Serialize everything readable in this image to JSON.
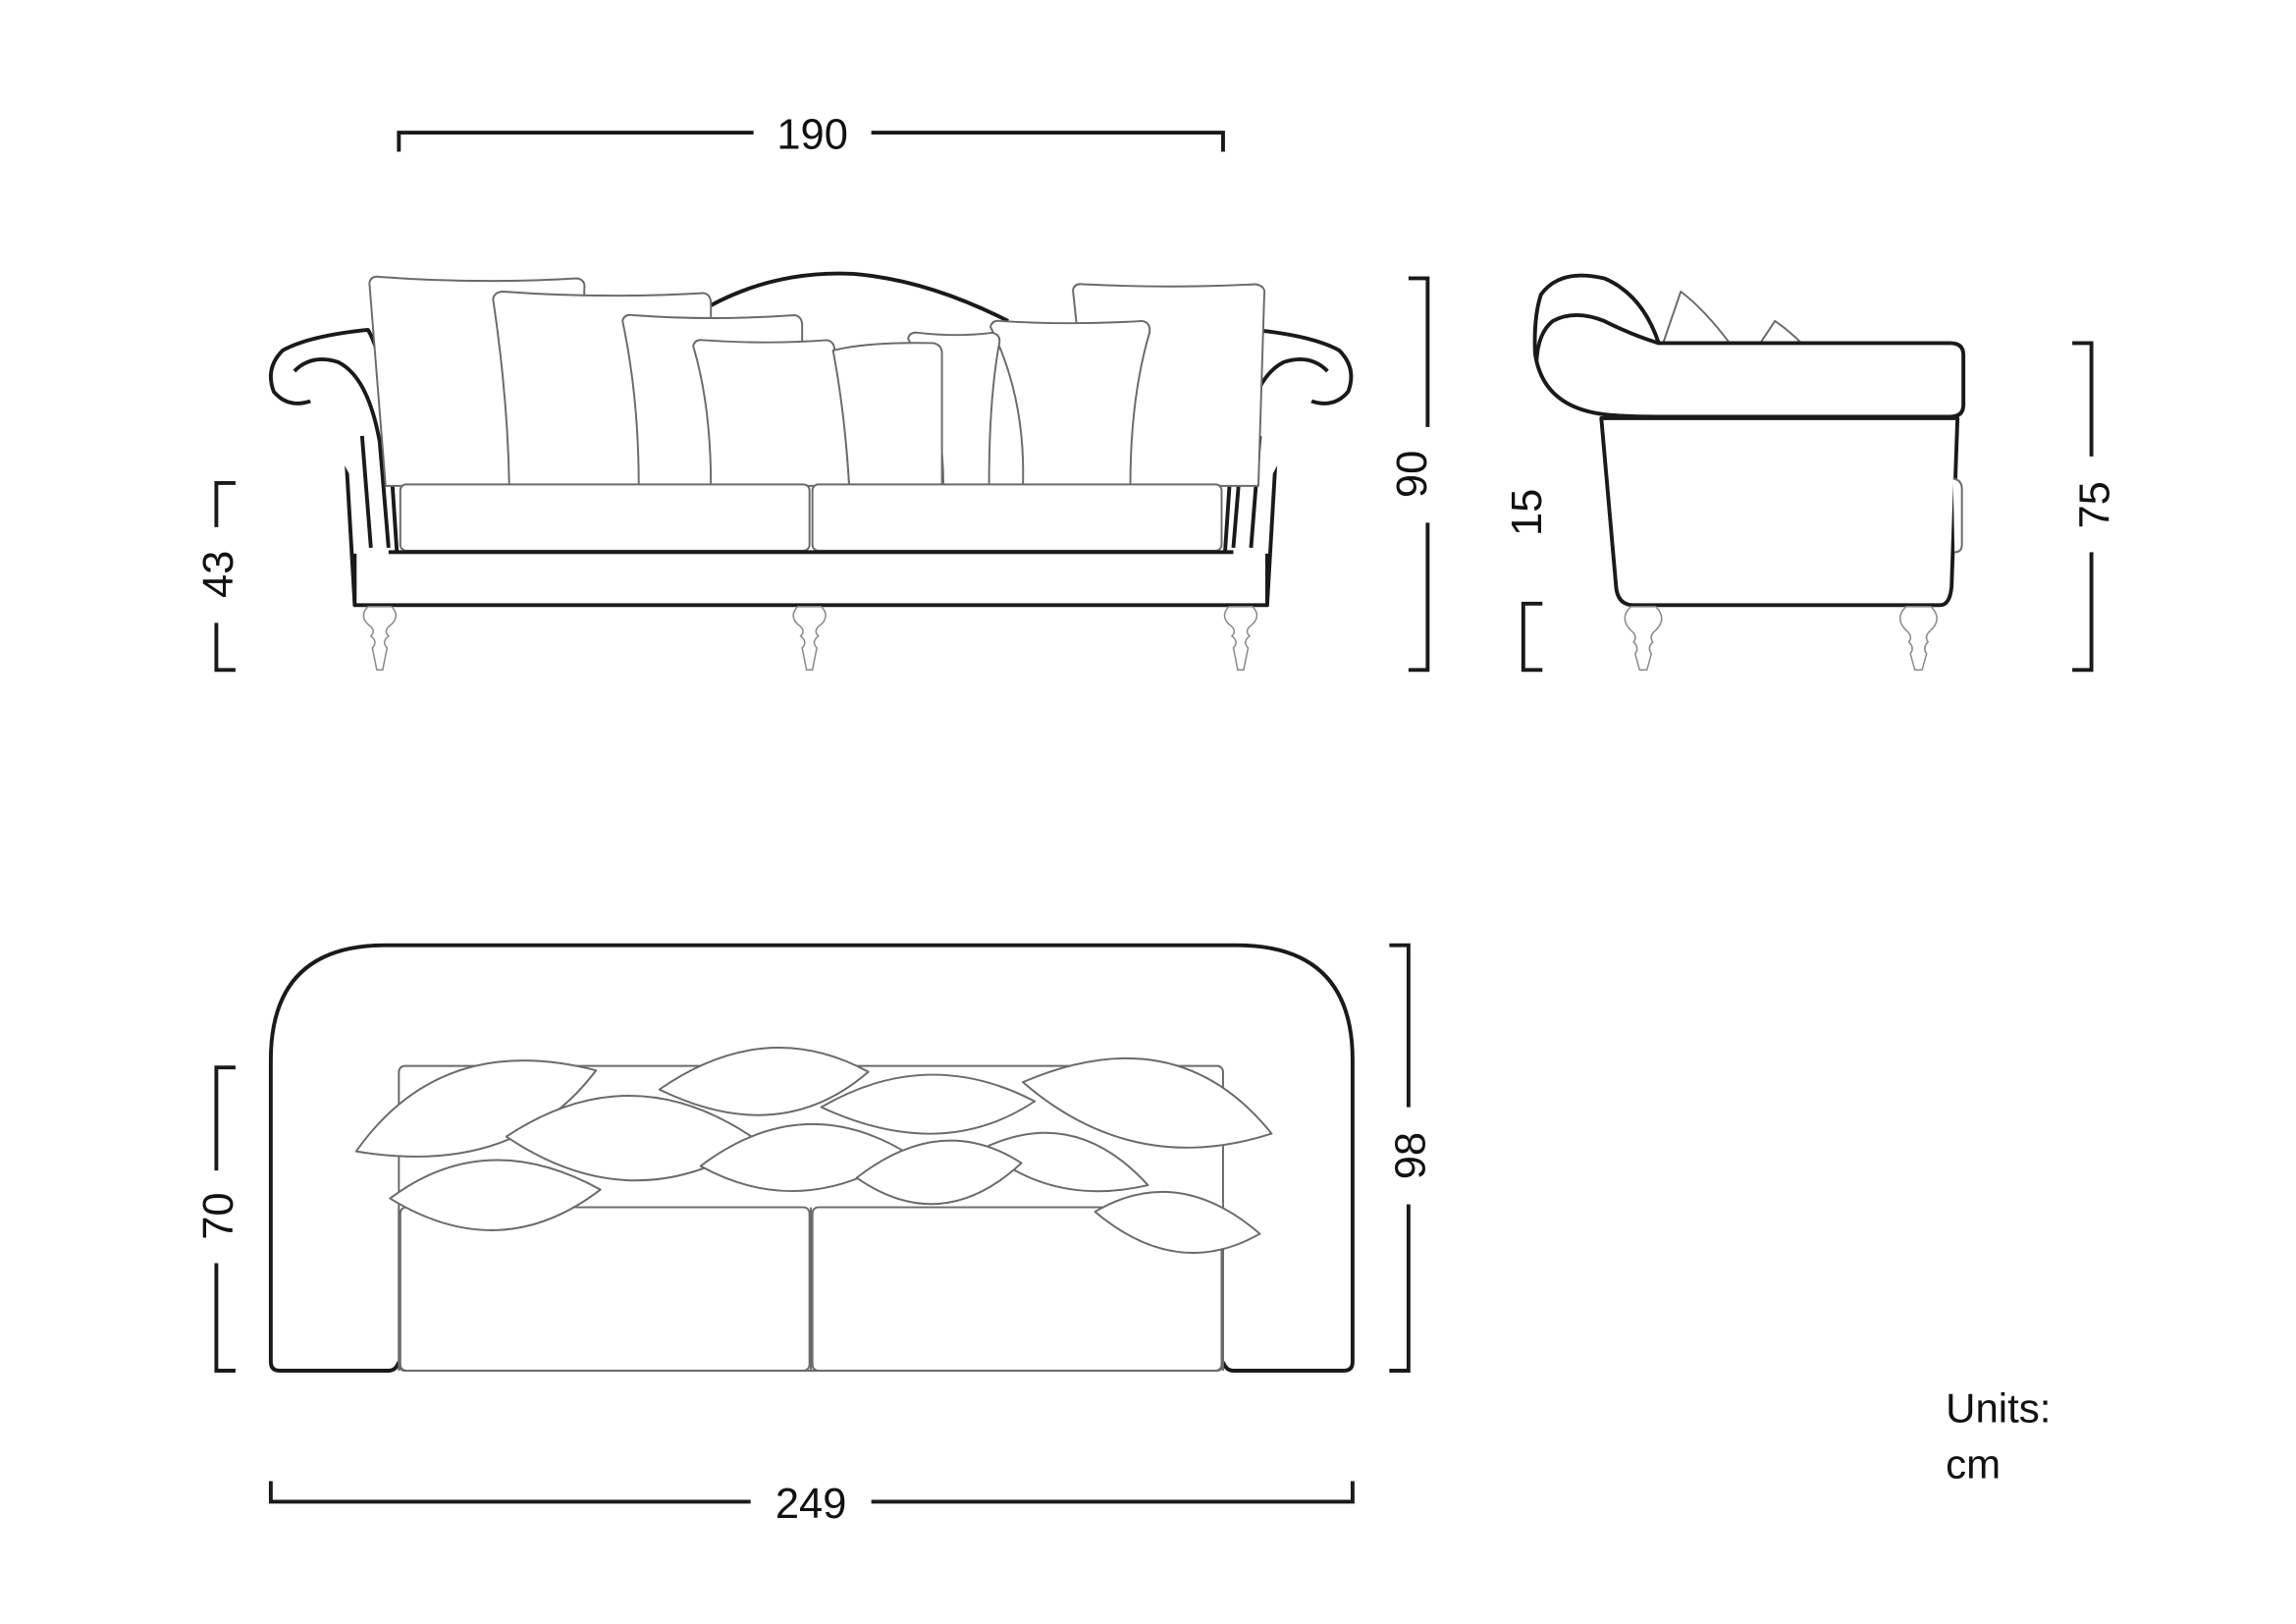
{
  "dimensions": {
    "front_width": "190",
    "front_height": "90",
    "seat_height": "43",
    "leg_height": "15",
    "side_height": "75",
    "top_seat_depth": "70",
    "top_depth": "98",
    "top_width": "249"
  },
  "units": {
    "label": "Units:",
    "value": "cm"
  },
  "colors": {
    "line": "#1a1a1a",
    "pillow_line": "#6a6a6a",
    "background": "#ffffff"
  }
}
